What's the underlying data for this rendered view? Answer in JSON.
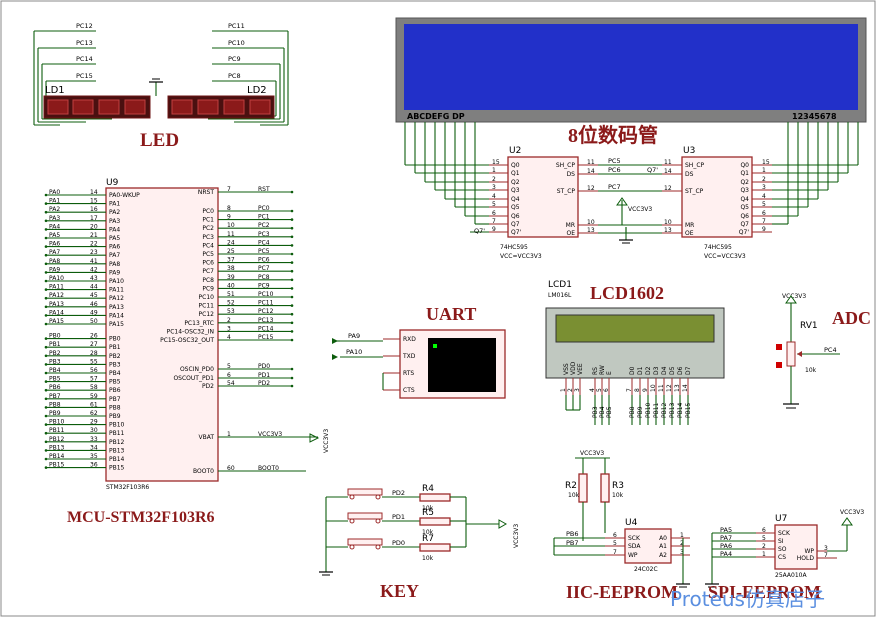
{
  "leds": {
    "left_ref": "LD1",
    "right_ref": "LD2",
    "title": "LED",
    "left_labels": [
      "PC12",
      "PC13",
      "PC14",
      "PC15"
    ],
    "right_labels": [
      "PC11",
      "PC10",
      "PC9",
      "PC8"
    ]
  },
  "seg": {
    "title": "8位数码管",
    "left_text": "ABCDEFG DP",
    "right_text": "12345678",
    "u2_ref": "U2",
    "u3_ref": "U3",
    "chip": "74HC595",
    "vcc": "VCC=VCC3V3",
    "vcc_sym": "VCC3V3",
    "u2_left_pins": [
      "Q0",
      "Q1",
      "Q2",
      "Q3",
      "Q4",
      "Q5",
      "Q6",
      "Q7",
      "Q7'"
    ],
    "u2_left_nums": [
      "15",
      "1",
      "2",
      "3",
      "4",
      "5",
      "6",
      "7",
      "9"
    ],
    "u2_right_pins": [
      "SH_CP",
      "DS",
      "ST_CP",
      "MR",
      "OE"
    ],
    "u2_right_nums": [
      "11",
      "14",
      "12",
      "10",
      "13"
    ],
    "u3_left_pins": [
      "SH_CP",
      "DS",
      "ST_CP",
      "MR",
      "OE"
    ],
    "u3_left_nums": [
      "11",
      "14",
      "12",
      "10",
      "13"
    ],
    "u3_right_pins": [
      "Q0",
      "Q1",
      "Q2",
      "Q3",
      "Q4",
      "Q5",
      "Q6",
      "Q7",
      "Q7'"
    ],
    "u3_right_nums": [
      "15",
      "1",
      "2",
      "3",
      "4",
      "5",
      "6",
      "7",
      "9"
    ],
    "net_pc5": "PC5",
    "net_pc6": "PC6",
    "net_pc7": "PC7",
    "net_q7a": "Q7'",
    "net_q7b": "Q7'"
  },
  "mcu": {
    "ref": "U9",
    "chip": "STM32F103R6",
    "title": "MCU-STM32F103R6",
    "left_pins": [
      [
        "PA0",
        "14",
        "PA0-WKUP"
      ],
      [
        "PA1",
        "15",
        "PA1"
      ],
      [
        "PA2",
        "16",
        "PA2"
      ],
      [
        "PA3",
        "17",
        "PA3"
      ],
      [
        "PA4",
        "20",
        "PA4"
      ],
      [
        "PA5",
        "21",
        "PA5"
      ],
      [
        "PA6",
        "22",
        "PA6"
      ],
      [
        "PA7",
        "23",
        "PA7"
      ],
      [
        "PA8",
        "41",
        "PA8"
      ],
      [
        "PA9",
        "42",
        "PA9"
      ],
      [
        "PA10",
        "43",
        "PA10"
      ],
      [
        "PA11",
        "44",
        "PA11"
      ],
      [
        "PA12",
        "45",
        "PA12"
      ],
      [
        "PA13",
        "46",
        "PA13"
      ],
      [
        "PA14",
        "49",
        "PA14"
      ],
      [
        "PA15",
        "50",
        "PA15"
      ],
      [
        "PB0",
        "26",
        "PB0"
      ],
      [
        "PB1",
        "27",
        "PB1"
      ],
      [
        "PB2",
        "28",
        "PB2"
      ],
      [
        "PB3",
        "55",
        "PB3"
      ],
      [
        "PB4",
        "56",
        "PB4"
      ],
      [
        "PB5",
        "57",
        "PB5"
      ],
      [
        "PB6",
        "58",
        "PB6"
      ],
      [
        "PB7",
        "59",
        "PB7"
      ],
      [
        "PB8",
        "61",
        "PB8"
      ],
      [
        "PB9",
        "62",
        "PB9"
      ],
      [
        "PB10",
        "29",
        "PB10"
      ],
      [
        "PB11",
        "30",
        "PB11"
      ],
      [
        "PB12",
        "33",
        "PB12"
      ],
      [
        "PB13",
        "34",
        "PB13"
      ],
      [
        "PB14",
        "35",
        "PB14"
      ],
      [
        "PB15",
        "36",
        "PB15"
      ]
    ],
    "right_pins": [
      [
        "RST",
        "7",
        "NRST"
      ],
      [
        "PC0",
        "8",
        "PC0"
      ],
      [
        "PC1",
        "9",
        "PC1"
      ],
      [
        "PC2",
        "10",
        "PC2"
      ],
      [
        "PC3",
        "11",
        "PC3"
      ],
      [
        "PC4",
        "24",
        "PC4"
      ],
      [
        "PC5",
        "25",
        "PC5"
      ],
      [
        "PC6",
        "37",
        "PC6"
      ],
      [
        "PC7",
        "38",
        "PC7"
      ],
      [
        "PC8",
        "39",
        "PC8"
      ],
      [
        "PC9",
        "40",
        "PC9"
      ],
      [
        "PC10",
        "51",
        "PC10"
      ],
      [
        "PC11",
        "52",
        "PC11"
      ],
      [
        "PC12",
        "53",
        "PC12"
      ],
      [
        "PC13",
        "2",
        "PC13_RTC"
      ],
      [
        "PC14",
        "3",
        "PC14-OSC32_IN"
      ],
      [
        "PC15",
        "4",
        "PC15-OSC32_OUT"
      ],
      [
        "PD0",
        "5",
        "OSCIN_PD0"
      ],
      [
        "PD1",
        "6",
        "OSCOUT_PD1"
      ],
      [
        "PD2",
        "54",
        "PD2"
      ],
      [
        "VCC3V3",
        "1",
        "VBAT"
      ],
      [
        "BOOT0",
        "60",
        "BOOT0"
      ]
    ],
    "vcc_sym": "VCC3V3"
  },
  "uart": {
    "title": "UART",
    "pins": [
      "RXD",
      "TXD",
      "RTS",
      "CTS"
    ],
    "net_pa9": "PA9",
    "net_pa10": "PA10"
  },
  "lcd": {
    "ref": "LCD1",
    "model": "LM016L",
    "title": "LCD1602",
    "pin_names": [
      "VSS",
      "VDD",
      "VEE",
      "RS",
      "RW",
      "E",
      "D0",
      "D1",
      "D2",
      "D3",
      "D4",
      "D5",
      "D6",
      "D7"
    ],
    "pin_nums": [
      "1",
      "2",
      "3",
      "4",
      "5",
      "6",
      "7",
      "8",
      "9",
      "10",
      "11",
      "12",
      "13",
      "14"
    ],
    "nets": [
      "PB3",
      "PB4",
      "PB5",
      "PB8",
      "PB9",
      "PB10",
      "PB11",
      "PB12",
      "PB13",
      "PB14",
      "PB15"
    ]
  },
  "adc": {
    "title": "ADC",
    "ref": "RV1",
    "value": "10k",
    "vcc": "VCC3V3",
    "net": "PC4"
  },
  "key": {
    "title": "KEY",
    "vcc": "VCC3V3",
    "rows": [
      {
        "net": "PD2",
        "ref": "R4",
        "val": "10k"
      },
      {
        "net": "PD1",
        "ref": "R5",
        "val": "10k"
      },
      {
        "net": "PD0",
        "ref": "R7",
        "val": "10k"
      }
    ]
  },
  "iic": {
    "title": "IIC-EEPROM",
    "vcc": "VCC3V3",
    "r2": "R2",
    "r3": "R3",
    "rval": "10k",
    "ref": "U4",
    "chip": "24C02C",
    "left_pins": [
      "SCK",
      "SDA",
      "WP"
    ],
    "left_nums": [
      "6",
      "5",
      "7"
    ],
    "right_pins": [
      "A0",
      "A1",
      "A2"
    ],
    "right_nums": [
      "1",
      "2",
      "3"
    ],
    "net_pb6": "PB6",
    "net_pb7": "PB7"
  },
  "spi": {
    "title": "SPI-EEPROM",
    "vcc": "VCC3V3",
    "ref": "U7",
    "chip": "25AA010A",
    "nets": [
      "PA5",
      "PA7",
      "PA6",
      "PA4"
    ],
    "left_nums": [
      "6",
      "5",
      "2",
      "1"
    ],
    "left_pins": [
      "SCK",
      "SI",
      "SO",
      "CS"
    ],
    "right_pins": [
      "WP",
      "HOLD"
    ],
    "right_nums": [
      "3",
      "7"
    ]
  },
  "watermark": "Proteus仿真店子"
}
